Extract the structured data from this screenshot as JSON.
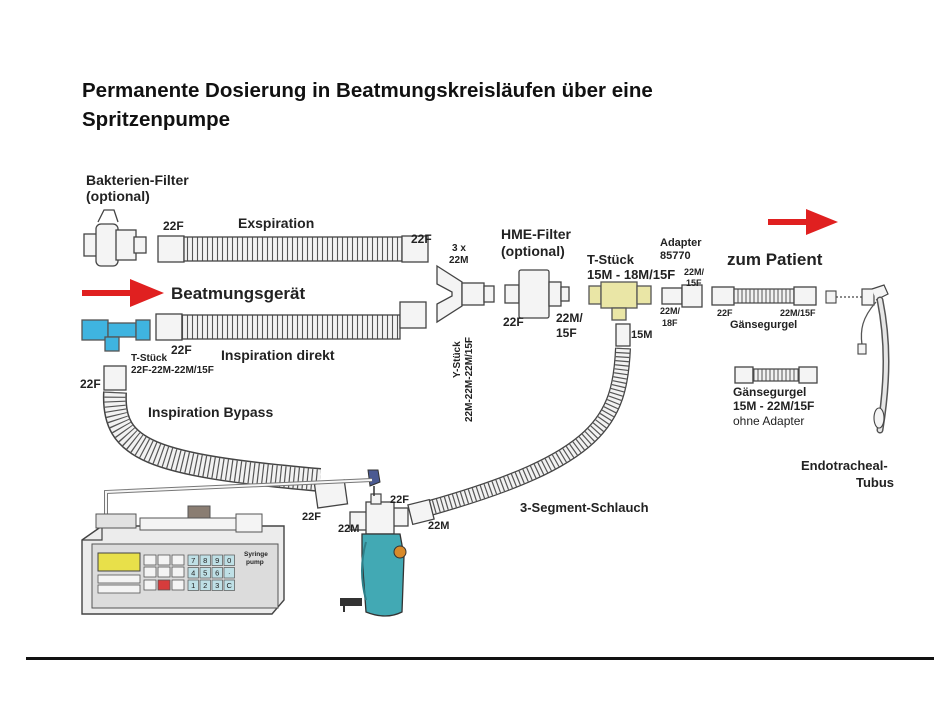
{
  "title": {
    "line1": "Permanente Dosierung in Beatmungskreisläufen über eine",
    "line2": "Spritzenpumpe"
  },
  "labels": {
    "bakterien_filter_1": "Bakterien-Filter",
    "bakterien_filter_2": "(optional)",
    "filter_22f": "22F",
    "exspiration": "Exspiration",
    "exsp_22f": "22F",
    "y_3x": "3 x",
    "y_22m": "22M",
    "hme_1": "HME-Filter",
    "hme_2": "(optional)",
    "t_stueck_1": "T-Stück",
    "t_stueck_2": "15M - 18M/15F",
    "adapter_1": "Adapter",
    "adapter_2": "85770",
    "adapter_22m_1": "22M/",
    "adapter_22m_2": "15F",
    "zum_patient": "zum Patient",
    "beatmungsgeraet": "Beatmungsgerät",
    "insp_22f": "22F",
    "inspiration_direkt": "Inspiration direkt",
    "hme_22f": "22F",
    "hme_22m_1": "22M/",
    "hme_22m_2": "15F",
    "t_15m": "15M",
    "y_stueck_1": "Y-Stück",
    "y_stueck_2": "22M-22M-22M/15F",
    "ad_22m_1": "22M/",
    "ad_22m_2": "18F",
    "gans_22f": "22F",
    "gans_22m": "22M/15F",
    "gaensegurgel": "Gänsegurgel",
    "t_stueck_left_1": "T-Stück",
    "t_stueck_left_2": "22F-22M-22M/15F",
    "bypass_22f": "22F",
    "inspiration_bypass": "Inspiration Bypass",
    "gaensegurgel2_1": "Gänsegurgel",
    "gaensegurgel2_2": "15M - 22M/15F",
    "ohne_adapter": "ohne Adapter",
    "endo_1": "Endotracheal-",
    "endo_2": "Tubus",
    "vap_22f_top": "22F",
    "vap_22f_left": "22F",
    "vap_22m_left": "22M",
    "vap_22m_right": "22M",
    "segment_schlauch": "3-Segment-Schlauch",
    "pump_label_1": "Syringe",
    "pump_label_2": "pump"
  },
  "keypad": [
    "7",
    "8",
    "9",
    "0",
    "4",
    "5",
    "6",
    "·",
    "1",
    "2",
    "3",
    "C"
  ],
  "colors": {
    "arrow_red": "#e02020",
    "t_piece_blue": "#3fb4e0",
    "t_piece_yellow": "#eae6a6",
    "vaporizer_teal": "#42a9b4",
    "vaporizer_knob": "#d88a2a",
    "pump_display": "#e8e04a"
  }
}
